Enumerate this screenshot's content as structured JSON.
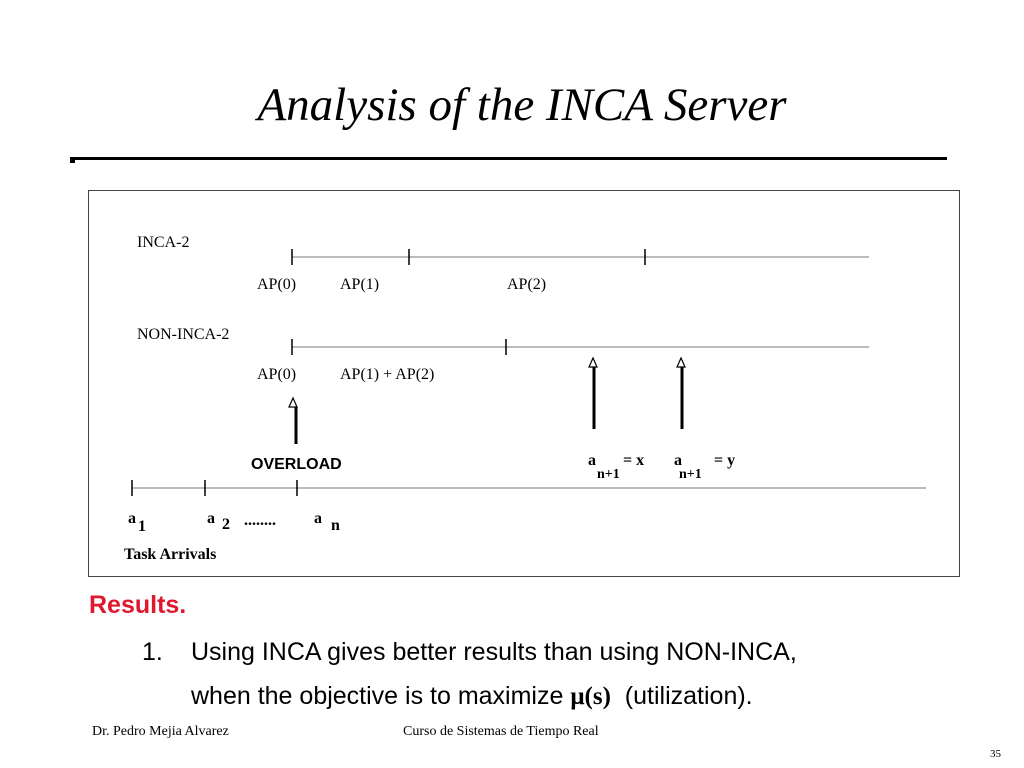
{
  "slide": {
    "title": "Analysis of the INCA Server",
    "results_label": "Results.",
    "item_number": "1.",
    "item_line1": "Using INCA gives better results than using NON-INCA,",
    "item_line2_prefix": "when the objective is to maximize ",
    "item_mu": "μ(s)",
    "item_line2_suffix": "  (utilization).",
    "footer_left": "Dr. Pedro Mejia Alvarez",
    "footer_center": "Curso de Sistemas de Tiempo Real",
    "page_number": "35"
  },
  "diagram": {
    "inca_label": "INCA-2",
    "inca_ap0": "AP(0)",
    "inca_ap1": "AP(1)",
    "inca_ap2": "AP(2)",
    "noninca_label": "NON-INCA-2",
    "noninca_ap0": "AP(0)",
    "noninca_ap12": "AP(1)  +  AP(2)",
    "overload": "OVERLOAD",
    "arrival_x_a": "a",
    "arrival_x_sub": "n+1",
    "arrival_x_eq": "=  x",
    "arrival_y_a": "a",
    "arrival_y_sub": "n+1",
    "arrival_y_eq": "=  y",
    "a1_a": "a",
    "a1_sub": "1",
    "a2_a": "a",
    "a2_sub": "2",
    "dots": "........",
    "an_a": "a",
    "an_sub": "n",
    "task_arrivals": "Task Arrivals"
  }
}
